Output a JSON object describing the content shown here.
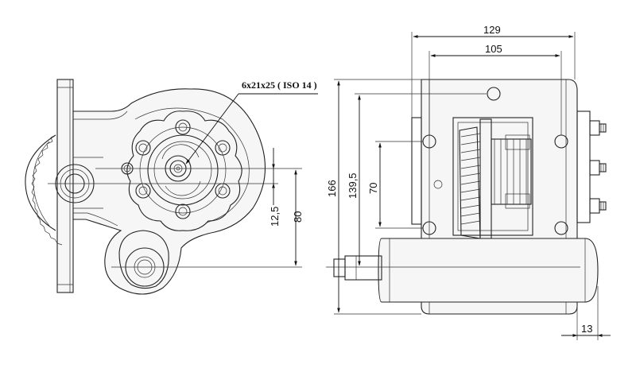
{
  "front_view": {
    "spline_callout": "6x21x25 ( ISO 14 )",
    "dim_offset": "12,5",
    "dim_height": "80"
  },
  "side_view": {
    "dim_width_outer": "129",
    "dim_width_inner": "105",
    "dim_height_total": "166",
    "dim_height_mid": "139,5",
    "dim_bolt_spacing": "70",
    "dim_shaft_proj": "13"
  }
}
